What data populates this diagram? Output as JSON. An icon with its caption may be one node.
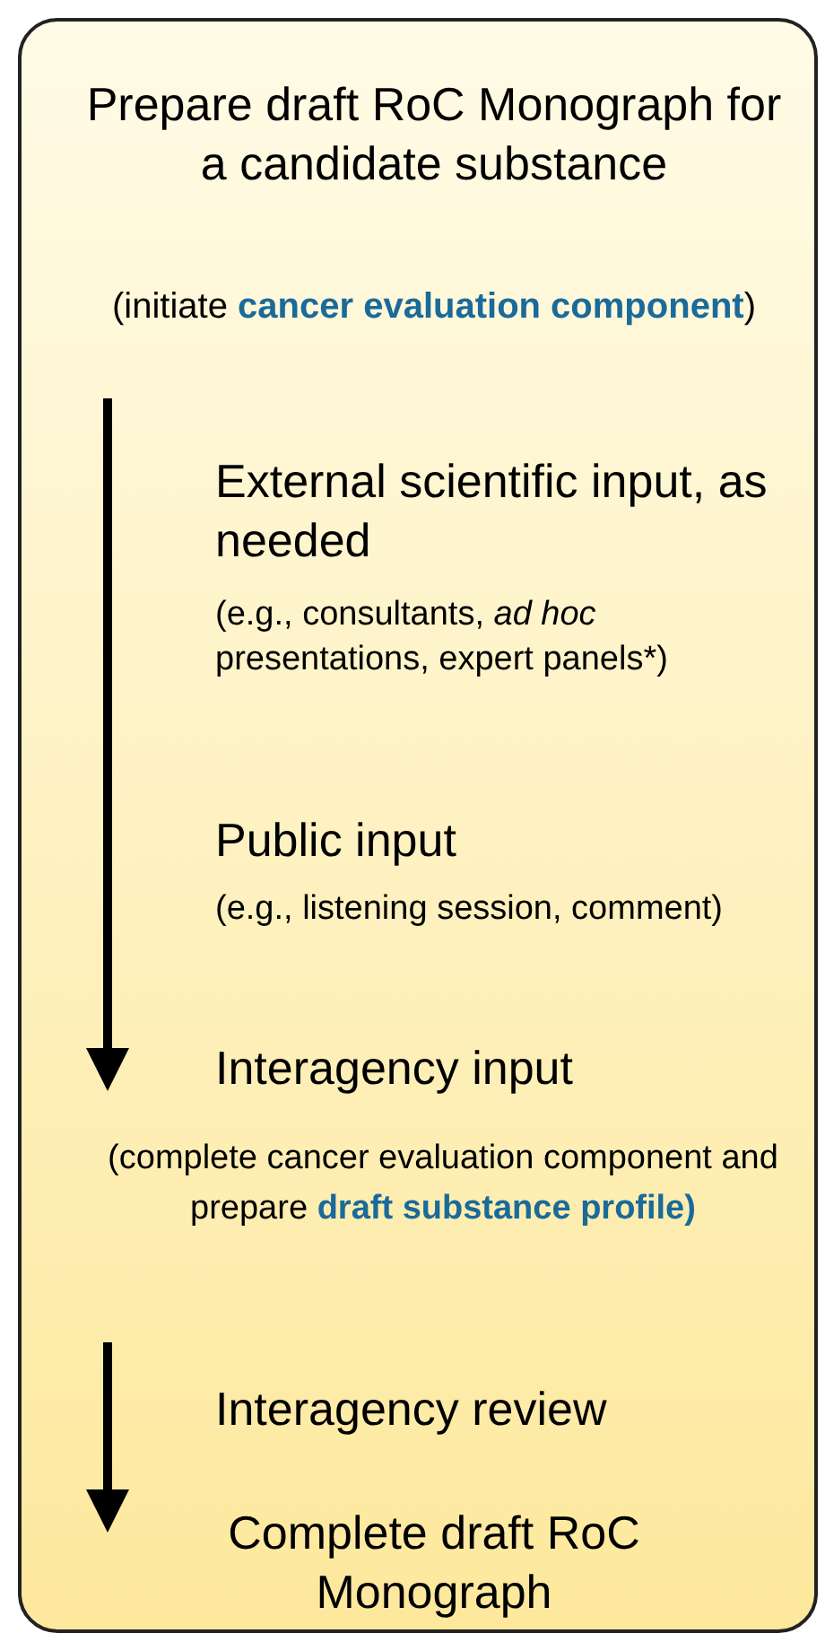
{
  "diagram": {
    "nodes": [
      {
        "text": [
          "Prepare draft RoC Monograph for a candidate substance",
          "(initiate **cancer evaluation component**)",
          "External scientific input, as needed",
          "(e.g., consultants, *ad hoc* presentations, expert panels*)",
          "Public input",
          "(e.g., listening session, comment)",
          "Interagency input",
          "(complete cancer evaluation component and prepare **draft substance profile)**",
          "Interagency review",
          "Complete draft RoC Monograph"
        ]
      }
    ]
  }
}
